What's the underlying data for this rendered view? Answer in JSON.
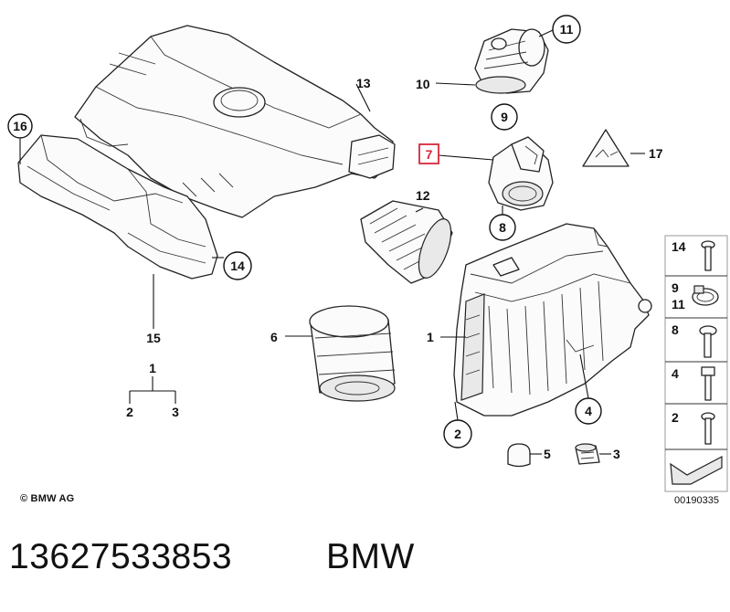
{
  "callouts": {
    "c1": "1",
    "c2": "2",
    "c3": "3",
    "c4": "4",
    "c5": "5",
    "c6": "6",
    "c7": "7",
    "c8": "8",
    "c9": "9",
    "c10": "10",
    "c11": "11",
    "c12": "12",
    "c13": "13",
    "c14": "14",
    "c15": "15",
    "c16": "16",
    "c17": "17",
    "tree_top": "1",
    "tree_left": "2",
    "tree_right": "3"
  },
  "highlighted_callout": "7",
  "side_panel": {
    "rows": [
      {
        "label_a": "14",
        "label_b": ""
      },
      {
        "label_a": "9",
        "label_b": "11"
      },
      {
        "label_a": "8",
        "label_b": ""
      },
      {
        "label_a": "4",
        "label_b": ""
      },
      {
        "label_a": "2",
        "label_b": ""
      }
    ]
  },
  "copyright": "© BMW AG",
  "image_code": "00190335",
  "part_number": "13627533853",
  "brand": "BMW",
  "colors": {
    "highlight": "#d6283a",
    "line": "#111111"
  }
}
